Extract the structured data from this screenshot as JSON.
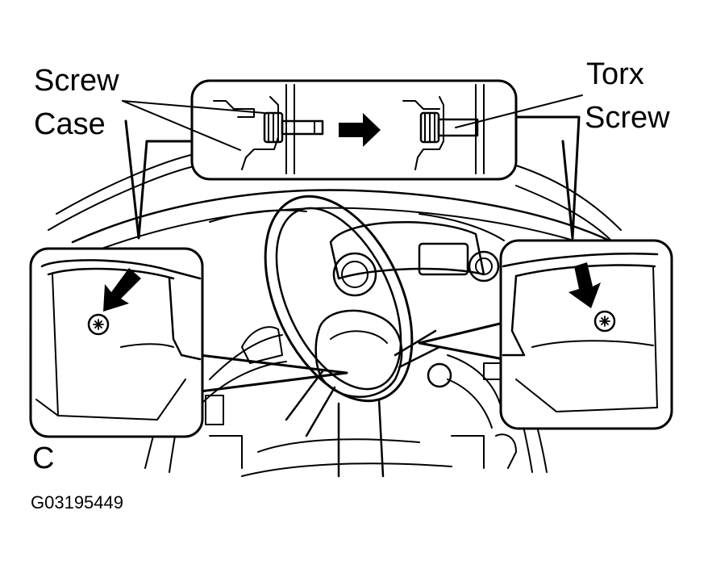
{
  "labels": {
    "screw": "Screw",
    "case": "Case",
    "torx": "Torx",
    "torx_screw": "Screw",
    "view_letter": "C",
    "figure_code": "G03195449"
  },
  "colors": {
    "ink": "#000000",
    "paper": "#ffffff"
  }
}
